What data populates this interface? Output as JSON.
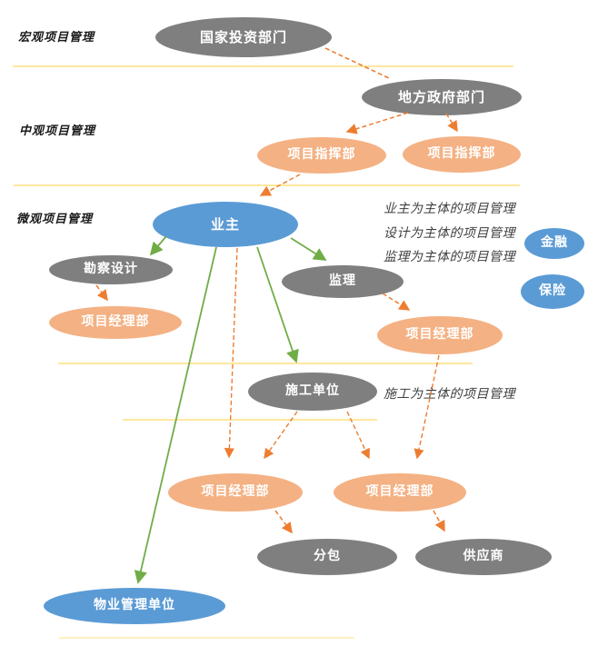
{
  "diagram": {
    "sections": {
      "macro": "宏观项目管理",
      "meso": "中观项目管理",
      "micro": "微观项目管理"
    },
    "nodes": {
      "national_investment": "国家投资部门",
      "local_government": "地方政府部门",
      "command_left": "项目指挥部",
      "command_right": "项目指挥部",
      "owner": "业主",
      "survey_design": "勘察设计",
      "supervision": "监理",
      "pm_survey": "项目经理部",
      "pm_supervision": "项目经理部",
      "finance": "金融",
      "insurance": "保险",
      "construction_unit": "施工单位",
      "pm_construction_left": "项目经理部",
      "pm_construction_right": "项目经理部",
      "subcontract": "分包",
      "supplier": "供应商",
      "property_management": "物业管理单位"
    },
    "annotations": {
      "owner_led": "业主为主体的项目管理",
      "design_led": "设计为主体的项目管理",
      "supervision_led": "监理为主体的项目管理",
      "construction_led": "施工为主体的项目管理"
    },
    "colors": {
      "node_gray": "#7F7F7F",
      "node_orange": "#F4B183",
      "node_blue": "#5B9BD5",
      "arrow_orange": "#ED7D31",
      "arrow_green": "#70AD47",
      "separator_yellow": "#FFD966"
    }
  }
}
